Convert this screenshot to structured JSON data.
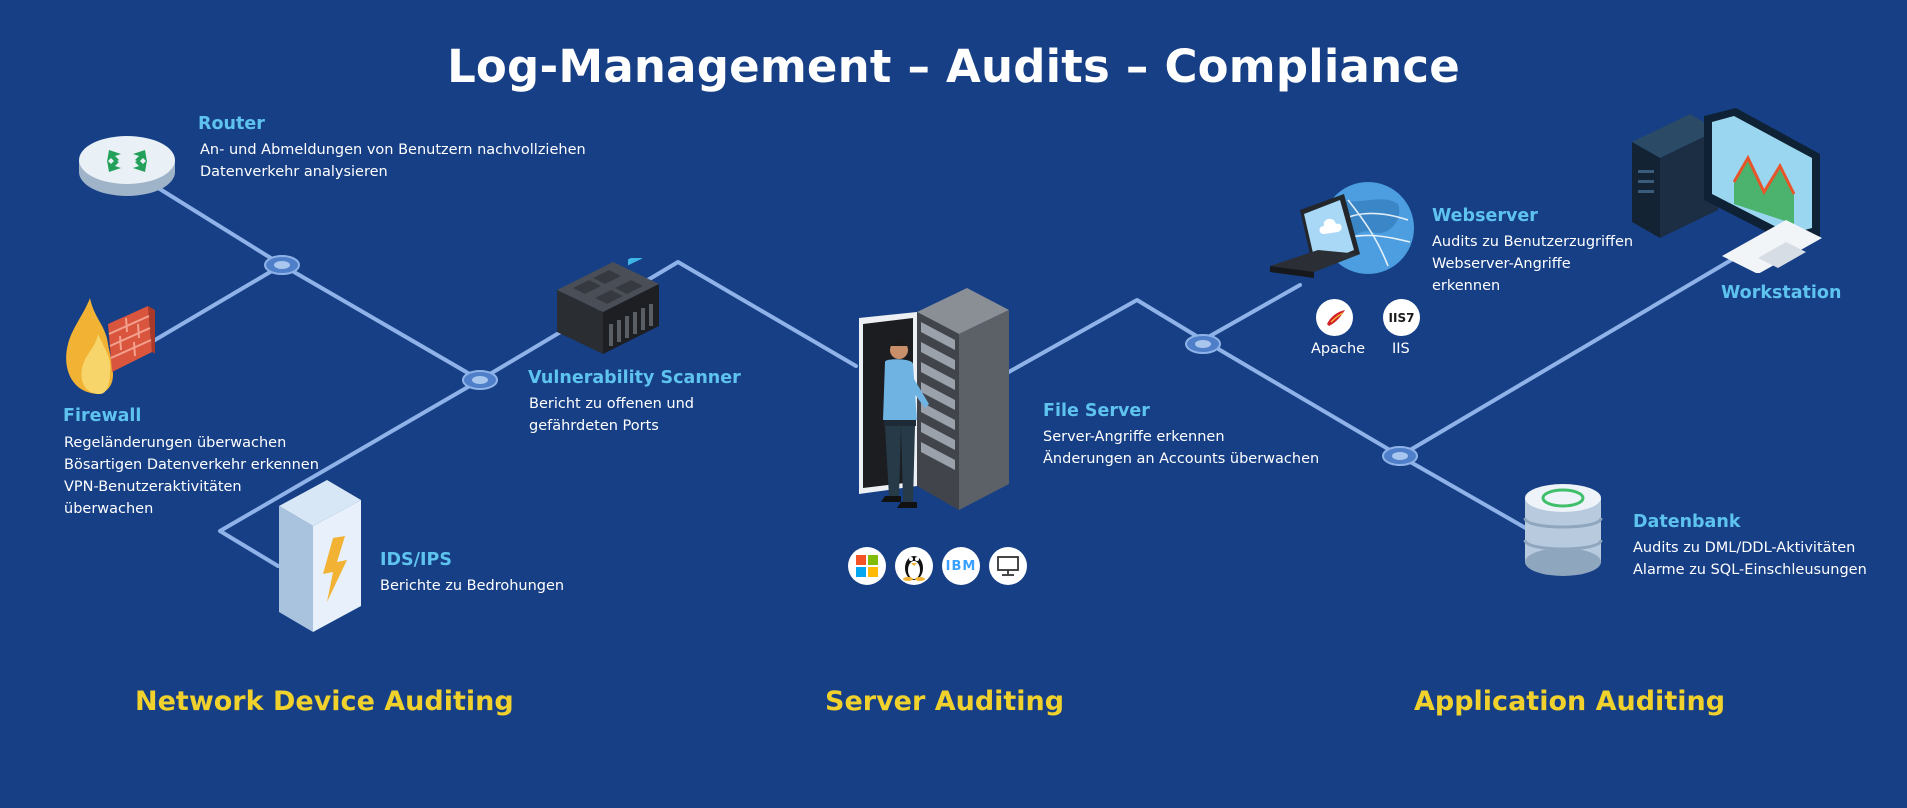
{
  "title": "Log-Management – Audits – Compliance",
  "colors": {
    "background": "#163f86",
    "line": "#8fb3e8",
    "node_title": "#5ec3ee",
    "section_title": "#f1d12c"
  },
  "nodes": {
    "router": {
      "title": "Router",
      "lines": [
        "An- und Abmeldungen von Benutzern nachvollziehen",
        "Datenverkehr analysieren"
      ],
      "icon": "router-icon"
    },
    "firewall": {
      "title": "Firewall",
      "lines": [
        "Regeländerungen überwachen",
        "Bösartigen Datenverkehr erkennen",
        "VPN-Benutzeraktivitäten",
        "überwachen"
      ],
      "icon": "firewall-icon"
    },
    "ids": {
      "title": "IDS/IPS",
      "lines": [
        "Berichte zu Bedrohungen"
      ],
      "icon": "ids-ips-icon"
    },
    "scanner": {
      "title": "Vulnerability Scanner",
      "lines": [
        "Bericht zu offenen und",
        "gefährdeten Ports"
      ],
      "icon": "scanner-icon"
    },
    "fileserver": {
      "title": "File Server",
      "lines": [
        "Server-Angriffe erkennen",
        "Änderungen an Accounts überwachen"
      ],
      "icon": "server-rack-icon"
    },
    "webserver": {
      "title": "Webserver",
      "lines": [
        "Audits zu Benutzerzugriffen",
        "Webserver-Angriffe",
        "erkennen"
      ],
      "icon": "webserver-icon",
      "apps": [
        "Apache",
        "IIS"
      ]
    },
    "workstation": {
      "title": "Workstation",
      "icon": "workstation-icon"
    },
    "database": {
      "title": "Datenbank",
      "lines": [
        "Audits zu DML/DDL-Aktivitäten",
        "Alarme zu SQL-Einschleusungen"
      ],
      "icon": "database-icon"
    }
  },
  "os_icons": [
    "windows-icon",
    "linux-icon",
    "ibm-icon",
    "unix-terminal-icon"
  ],
  "ibm_label": "IBM",
  "iis_label": "IIS7",
  "sections": [
    "Network Device Auditing",
    "Server Auditing",
    "Application Auditing"
  ]
}
